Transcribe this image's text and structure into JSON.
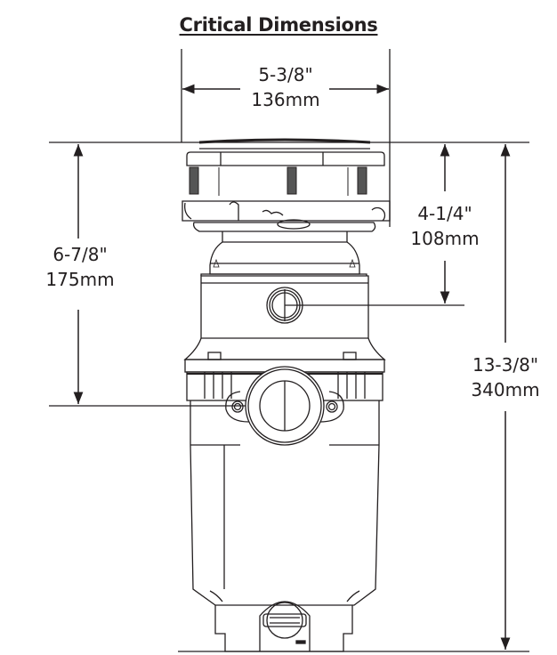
{
  "title": "Critical Dimensions",
  "dimensions": {
    "width": {
      "imperial": "5-3/8\"",
      "metric": "136mm"
    },
    "drain_height": {
      "imperial": "6-7/8\"",
      "metric": "175mm"
    },
    "inlet_height": {
      "imperial": "4-1/4\"",
      "metric": "108mm"
    },
    "total_height": {
      "imperial": "13-3/8\"",
      "metric": "340mm"
    }
  },
  "colors": {
    "line": "#231f20",
    "background": "#ffffff"
  }
}
